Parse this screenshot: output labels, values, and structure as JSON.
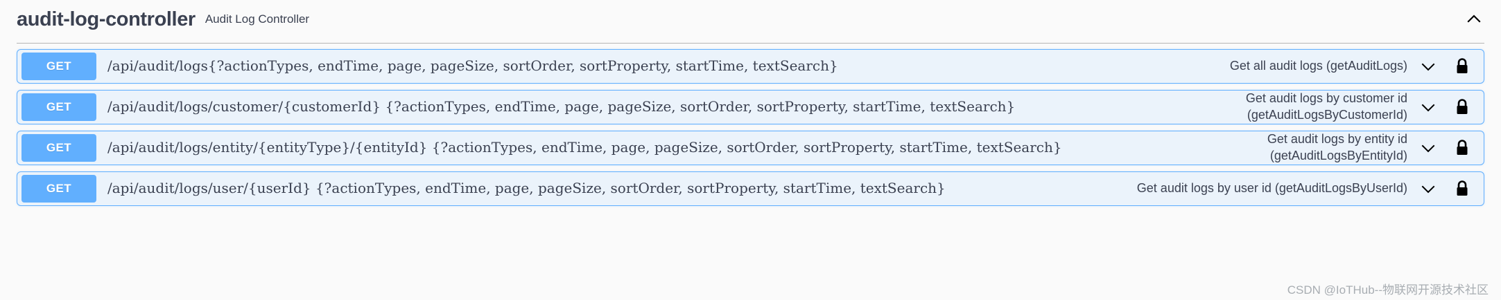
{
  "header": {
    "title": "audit-log-controller",
    "subtitle": "Audit Log Controller",
    "collapse_icon": "chevron-up-icon"
  },
  "operations": [
    {
      "method": "GET",
      "path": "/api/audit/logs{?actionTypes, endTime, page, pageSize, sortOrder, sortProperty, startTime, textSearch}",
      "summary_line1": "Get all audit logs (getAuditLogs)",
      "summary_line2": "",
      "expand_icon": "chevron-down-icon",
      "auth_icon": "lock-icon"
    },
    {
      "method": "GET",
      "path": "/api/audit/logs/customer/{customerId} {?actionTypes, endTime, page, pageSize, sortOrder, sortProperty, startTime, textSearch}",
      "summary_line1": "Get audit logs by customer id",
      "summary_line2": "(getAuditLogsByCustomerId)",
      "expand_icon": "chevron-down-icon",
      "auth_icon": "lock-icon"
    },
    {
      "method": "GET",
      "path": "/api/audit/logs/entity/{entityType}/{entityId} {?actionTypes, endTime, page, pageSize, sortOrder, sortProperty, startTime, textSearch}",
      "summary_line1": "Get audit logs by entity id",
      "summary_line2": "(getAuditLogsByEntityId)",
      "expand_icon": "chevron-down-icon",
      "auth_icon": "lock-icon"
    },
    {
      "method": "GET",
      "path": "/api/audit/logs/user/{userId} {?actionTypes, endTime, page, pageSize, sortOrder, sortProperty, startTime, textSearch}",
      "summary_line1": "Get audit logs by user id (getAuditLogsByUserId)",
      "summary_line2": "",
      "expand_icon": "chevron-down-icon",
      "auth_icon": "lock-icon"
    }
  ],
  "watermark": "CSDN @IoTHub--物联网开源技术社区",
  "colors": {
    "get_badge": "#61affe",
    "row_background": "#ebf3fb",
    "row_border": "#61affe",
    "text": "#3b4151"
  }
}
